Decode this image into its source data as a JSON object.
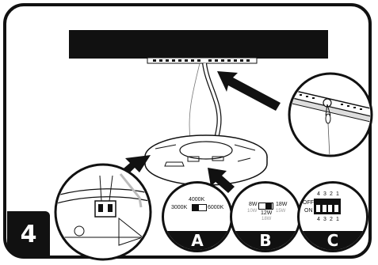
{
  "step": {
    "number": "4"
  },
  "panels": {
    "a": {
      "letter": "A",
      "top_label": "4000K",
      "left_label": "3000K",
      "right_label": "6000K"
    },
    "b": {
      "letter": "B",
      "left_label": "8W",
      "right_label": "18W",
      "bottom_label": "12W",
      "faded_left": "10W",
      "faded_right": "15W",
      "faded_bottom": "18W"
    },
    "c": {
      "letter": "C",
      "off_label": "OFF",
      "on_label": "ON",
      "top_numbers": [
        "4",
        "3",
        "2",
        "1"
      ],
      "bottom_numbers": [
        "4",
        "3",
        "2",
        "1"
      ]
    }
  }
}
